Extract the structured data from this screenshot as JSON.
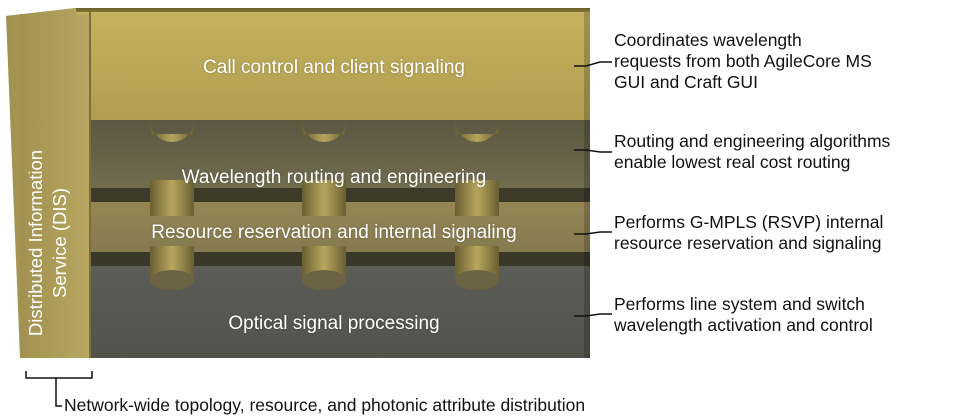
{
  "layers": {
    "call_control": "Call control and client signaling",
    "wavelength_routing": "Wavelength routing and engineering",
    "resource_reservation": "Resource reservation and internal signaling",
    "optical_processing": "Optical signal processing"
  },
  "dis": {
    "line1": "Distributed Information",
    "line2": "Service (DIS)"
  },
  "descriptions": {
    "call_control": [
      "Coordinates wavelength",
      "requests from both AgileCore MS",
      "GUI and Craft GUI"
    ],
    "wavelength_routing": [
      "Routing and engineering algorithms",
      "enable lowest real cost routing"
    ],
    "resource_reservation": [
      "Performs G-MPLS (RSVP) internal",
      "resource reservation and signaling"
    ],
    "optical_processing": [
      "Performs line system and switch",
      "wavelength activation and control"
    ]
  },
  "footer": "Network-wide topology, resource, and photonic attribute distribution",
  "colors": {
    "gold": "#b9a756",
    "olive": "#6f6a4a",
    "slate": "#5d5d55",
    "text": "#111111"
  }
}
